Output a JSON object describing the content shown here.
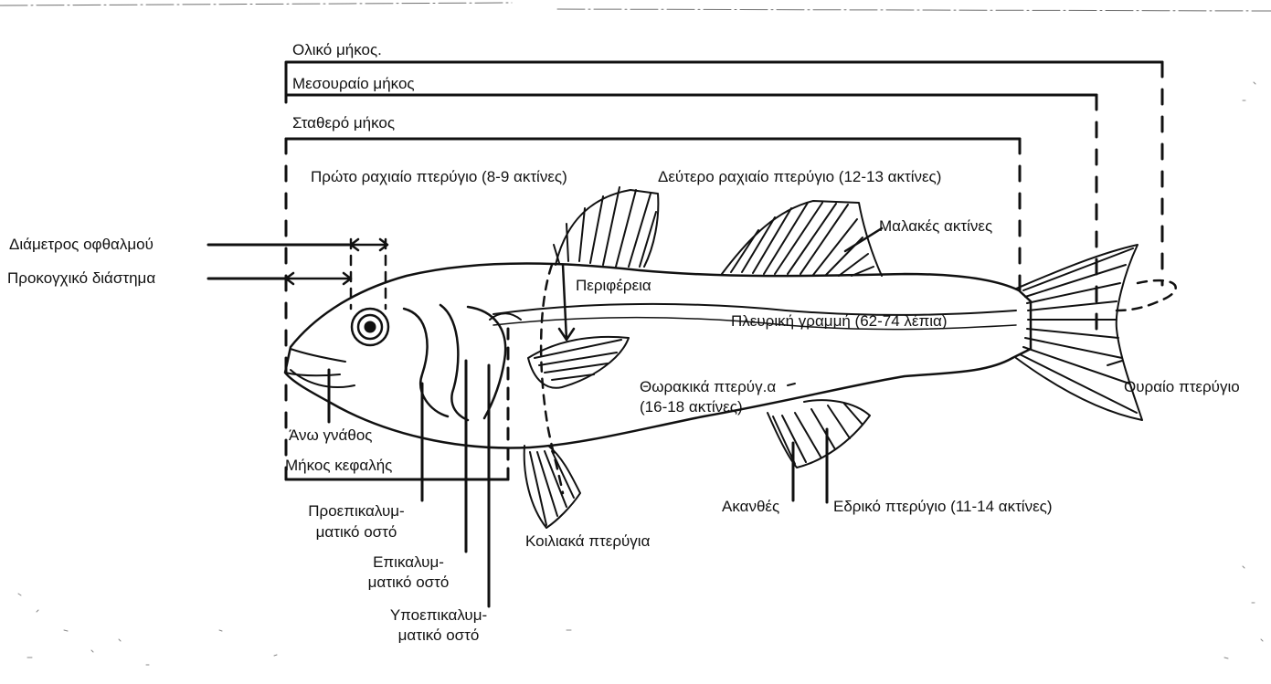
{
  "measures": {
    "total_length": "Ολικό μήκος.",
    "fork_length": "Μεσουραίο μήκος",
    "standard_length": "Σταθερό μήκος"
  },
  "labels": {
    "first_dorsal": "Πρώτο ραχιαίο πτερύγιο (8-9 ακτίνες)",
    "second_dorsal": "Δεύτερο ραχιαίο πτερύγιο (12-13 ακτίνες)",
    "soft_rays": "Μαλακές ακτίνες",
    "eye_diameter": "Διάμετρος οφθαλμού",
    "preorbital": "Προκογχικό διάστημα",
    "girth": "Περιφέρεια",
    "lateral_line": "Πλευρική γραμμή (62-74 λέπια)",
    "pectoral_line1": "Θωρακικά πτερύγ.α",
    "pectoral_line2": "(16-18 ακτίνες)",
    "caudal": "Ουραίο πτερύγιο",
    "upper_jaw": "Άνω γνάθος",
    "head_length": "Μήκος κεφαλής",
    "preopercle_line1": "Προεπικαλυμ-",
    "preopercle_line2": "ματικό οστό",
    "opercle_line1": "Επικαλυμ-",
    "opercle_line2": "ματικό οστό",
    "subopercle_line1": "Υποεπικαλυμ-",
    "subopercle_line2": "ματικό οστό",
    "spines": "Ακανθές",
    "anal": "Εδρικό πτερύγιο (11-14 ακτίνες)",
    "pelvic": "Κοιλιακά πτερύγια"
  }
}
